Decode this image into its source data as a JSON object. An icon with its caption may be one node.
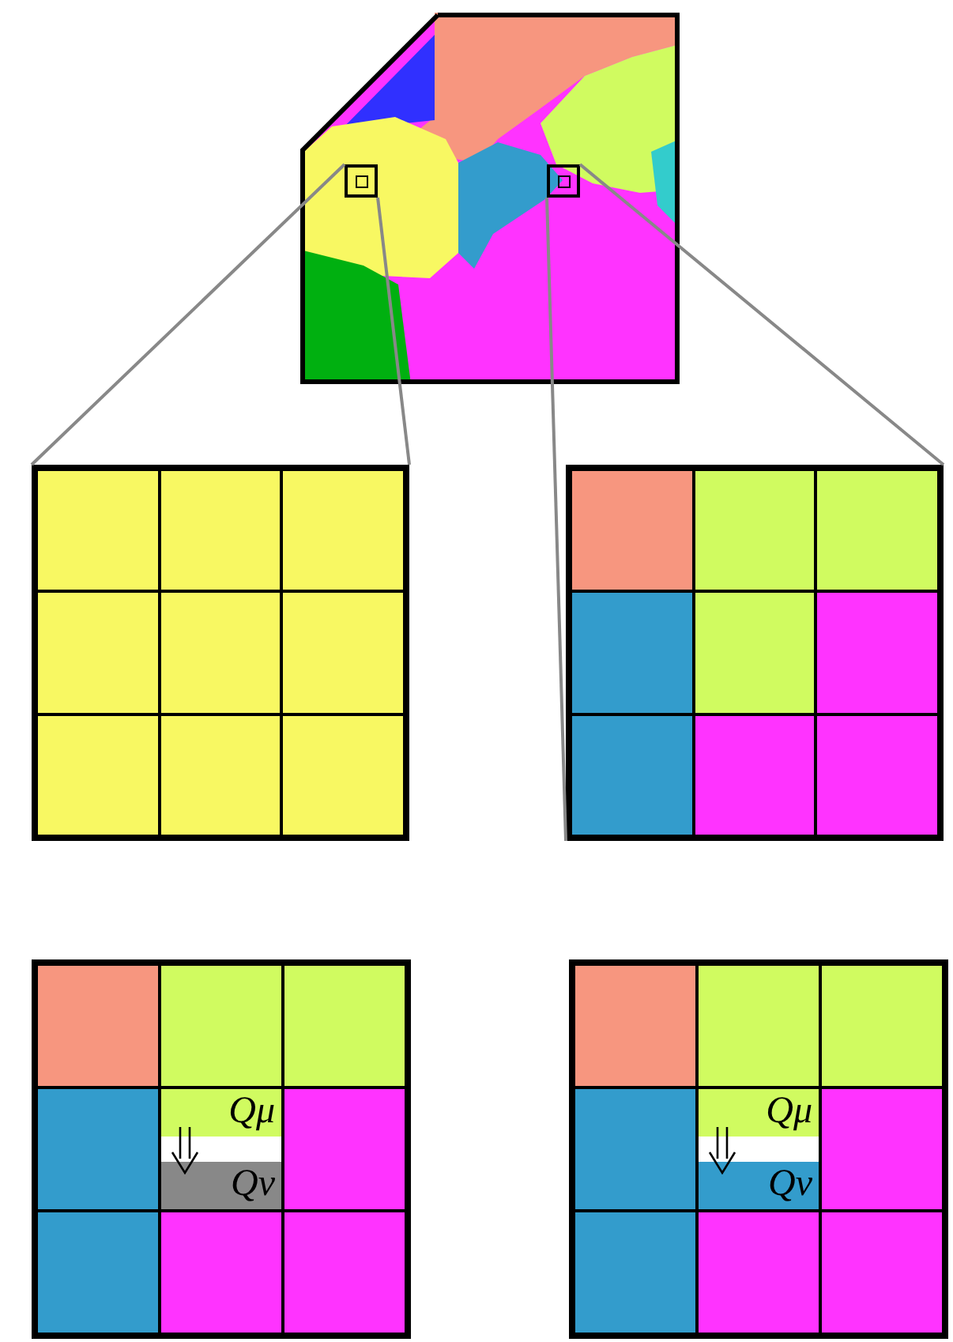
{
  "diagram": {
    "nodes": [
      {
        "text": [],
        "shape": "picture"
      },
      {
        "text": [],
        "shape": "box",
        "in": 0
      },
      {
        "text": [],
        "shape": "box",
        "in": 0
      },
      {
        "text": [],
        "shape": "box"
      },
      {
        "text": [],
        "shape": "box"
      },
      {
        "text": [
          "Qμ",
          "Qν"
        ]
      },
      {
        "text": [
          "Qμ",
          "Qν"
        ]
      }
    ],
    "edges": [
      {
        "from": 1,
        "to": 3,
        "arrow": "none"
      },
      {
        "from": 1,
        "to": 3,
        "arrow": "none"
      },
      {
        "from": 2,
        "to": 4,
        "arrow": "none"
      },
      {
        "from": 2,
        "to": 4,
        "arrow": "none"
      }
    ]
  }
}
